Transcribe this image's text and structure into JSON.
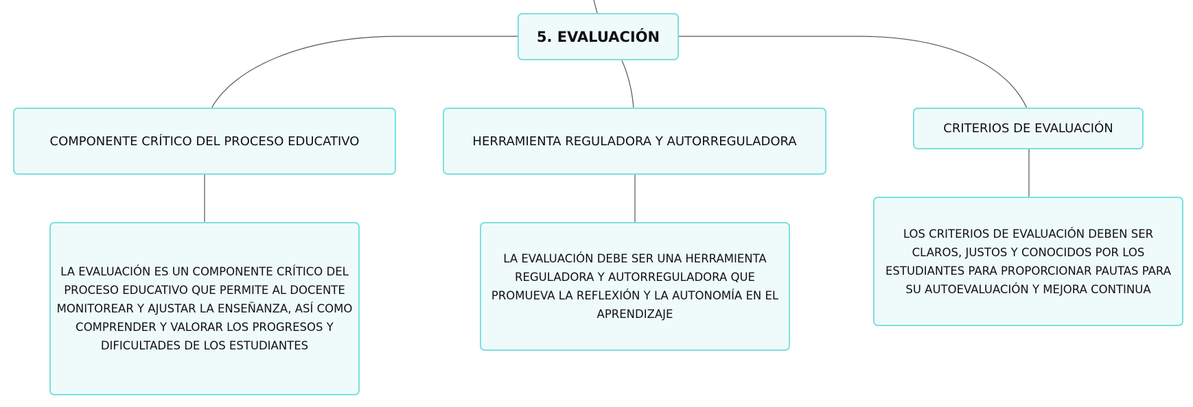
{
  "diagram": {
    "root": {
      "label": "5. EVALUACIÓN"
    },
    "branches": [
      {
        "label": "COMPONENTE CRÍTICO DEL PROCESO EDUCATIVO",
        "detail": "LA EVALUACIÓN ES UN COMPONENTE CRÍTICO DEL PROCESO EDUCATIVO QUE PERMITE AL DOCENTE MONITOREAR Y AJUSTAR LA ENSEÑANZA, ASÍ COMO COMPRENDER Y VALORAR LOS PROGRESOS Y DIFICULTADES DE LOS ESTUDIANTES"
      },
      {
        "label": "HERRAMIENTA REGULADORA Y AUTORREGULADORA",
        "detail": "LA EVALUACIÓN DEBE SER UNA HERRAMIENTA REGULADORA Y AUTORREGULADORA QUE PROMUEVA LA REFLEXIÓN Y LA AUTONOMÍA EN EL APRENDIZAJE"
      },
      {
        "label": "CRITERIOS DE EVALUACIÓN",
        "detail": "LOS CRITERIOS DE EVALUACIÓN DEBEN SER CLAROS, JUSTOS Y CONOCIDOS POR LOS ESTUDIANTES PARA PROPORCIONAR PAUTAS PARA SU AUTOEVALUACIÓN Y MEJORA CONTINUA"
      }
    ]
  },
  "colors": {
    "node_border": "#7be0e0",
    "node_fill": "#effbfb",
    "connector": "#555555"
  }
}
